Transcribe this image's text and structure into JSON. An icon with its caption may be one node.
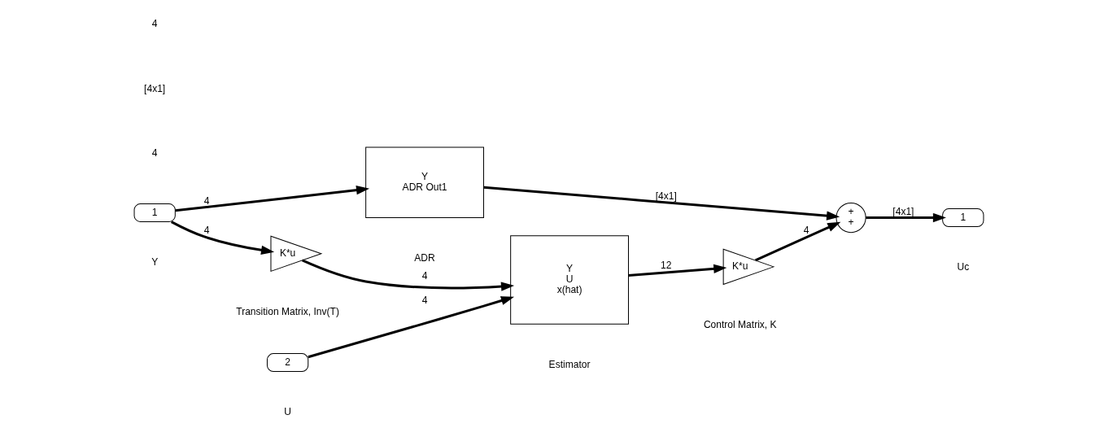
{
  "diagram": {
    "nodes": [
      {
        "text": [
          "1"
        ],
        "beside": [
          "Y"
        ]
      },
      {
        "text": [
          "Y",
          "ADR Out1"
        ],
        "beside": [
          "ADR"
        ]
      },
      {
        "text": [
          "K*u"
        ],
        "beside": [
          "Transition Matrix, Inv(T)"
        ]
      },
      {
        "text": [
          "2"
        ],
        "beside": [
          "U"
        ]
      },
      {
        "text": [
          "Y",
          "U",
          "x(hat)"
        ],
        "beside": [
          "Estimator"
        ]
      },
      {
        "text": [
          "K*u"
        ],
        "beside": [
          "Control Matrix, K"
        ]
      },
      {
        "text": [
          "+",
          "+"
        ]
      },
      {
        "text": [
          "1"
        ],
        "beside": [
          "Uc"
        ]
      }
    ],
    "edges": [
      {
        "from": 0,
        "to": 1,
        "arrow": "to",
        "label": "4"
      },
      {
        "from": 0,
        "to": 2,
        "arrow": "to",
        "label": "4"
      },
      {
        "from": 1,
        "to": 6,
        "arrow": "to",
        "label": "[4x1]"
      },
      {
        "from": 2,
        "to": 4,
        "arrow": "to",
        "label": "4"
      },
      {
        "from": 3,
        "to": 4,
        "arrow": "to",
        "label": "4"
      },
      {
        "from": 4,
        "to": 5,
        "arrow": "to",
        "label": "12"
      },
      {
        "from": 5,
        "to": 6,
        "arrow": "to",
        "label": "4"
      },
      {
        "from": 6,
        "to": 7,
        "arrow": "to",
        "label": "[4x1]"
      }
    ],
    "labels": [
      "4",
      "[4x1]",
      "4"
    ]
  }
}
